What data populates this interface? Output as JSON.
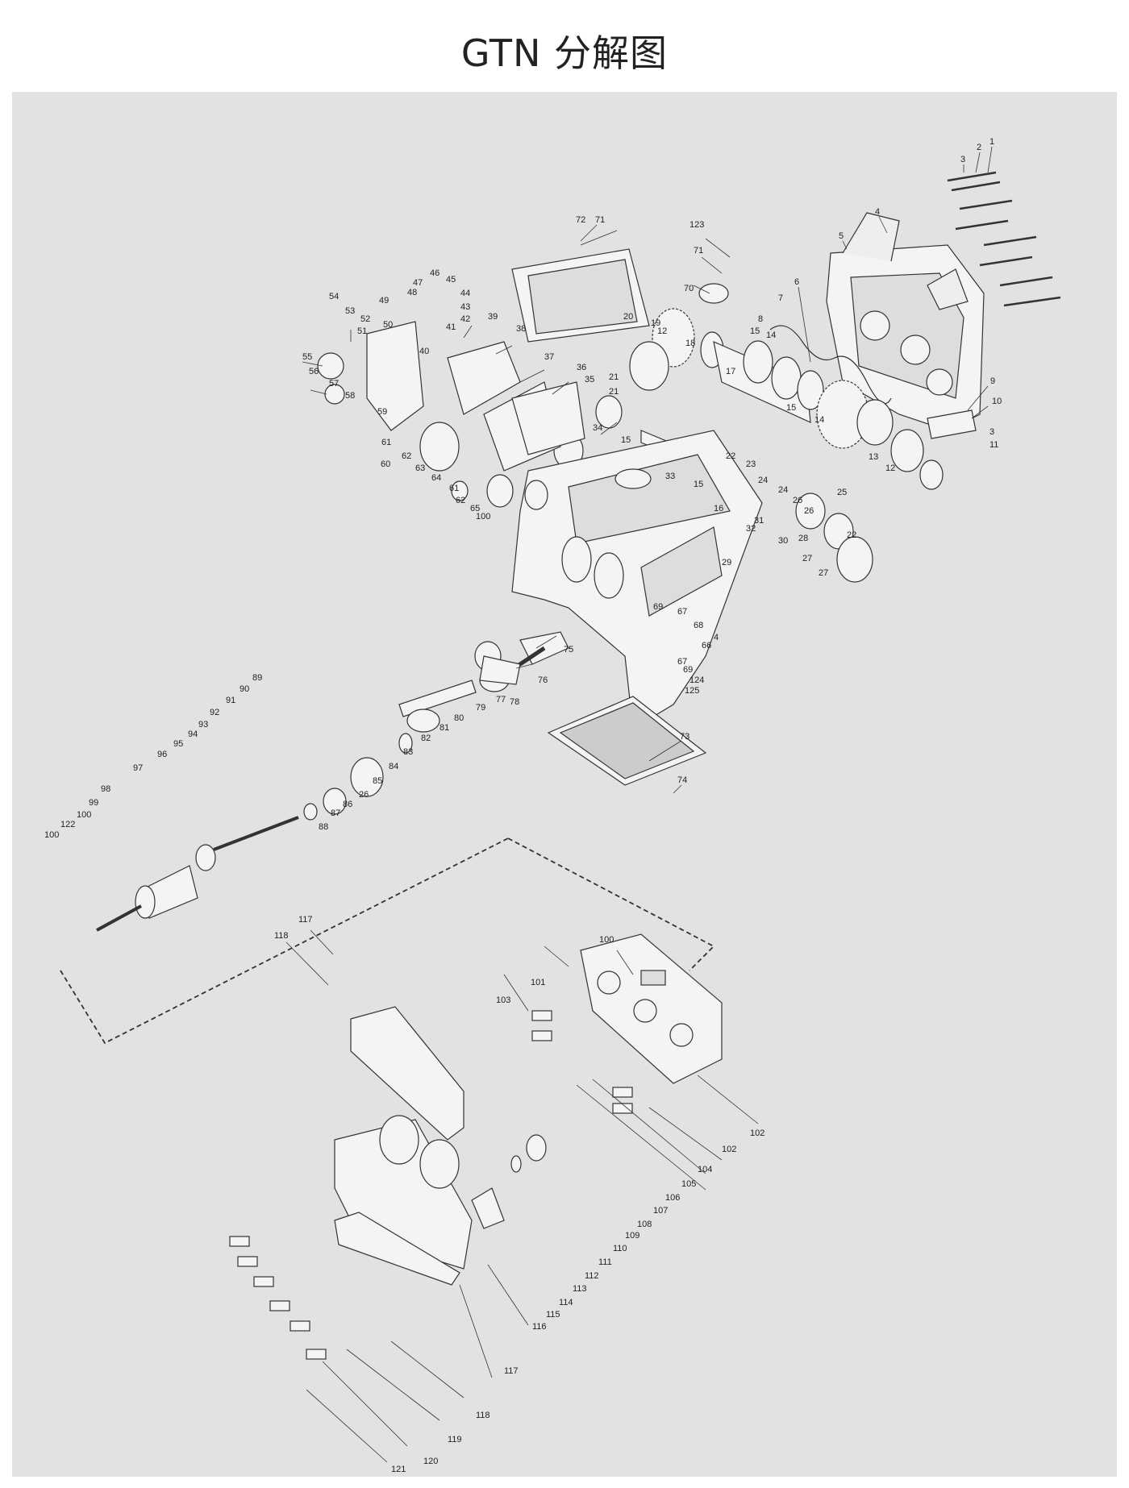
{
  "title": "GTN 分解图",
  "colors": {
    "page_bg": "#ffffff",
    "panel_bg": "#e2e2e2",
    "line": "#333333",
    "part_fill": "#f4f4f4"
  },
  "callouts": [
    "1",
    "2",
    "3",
    "4",
    "5",
    "6",
    "7",
    "8",
    "9",
    "10",
    "3",
    "11",
    "12",
    "12",
    "13",
    "14",
    "14",
    "15",
    "15",
    "15",
    "15",
    "16",
    "17",
    "18",
    "19",
    "20",
    "21",
    "21",
    "22",
    "22",
    "23",
    "24",
    "24",
    "25",
    "26",
    "26",
    "27",
    "27",
    "28",
    "29",
    "30",
    "31",
    "32",
    "33",
    "34",
    "35",
    "36",
    "37",
    "38",
    "39",
    "40",
    "41",
    "42",
    "43",
    "44",
    "45",
    "46",
    "47",
    "48",
    "49",
    "50",
    "51",
    "52",
    "53",
    "54",
    "55",
    "56",
    "57",
    "58",
    "59",
    "60",
    "61",
    "62",
    "63",
    "64",
    "61",
    "62",
    "65",
    "66",
    "4",
    "67",
    "68",
    "69",
    "67",
    "69",
    "124",
    "125",
    "123",
    "71",
    "70",
    "71",
    "72",
    "73",
    "74",
    "75",
    "76",
    "77",
    "78",
    "79",
    "80",
    "81",
    "82",
    "83",
    "84",
    "85",
    "26",
    "86",
    "87",
    "88",
    "89",
    "90",
    "91",
    "92",
    "93",
    "94",
    "95",
    "96",
    "97",
    "98",
    "99",
    "100",
    "122",
    "100",
    "100",
    "100",
    "101",
    "102",
    "102",
    "103",
    "104",
    "105",
    "106",
    "107",
    "108",
    "109",
    "110",
    "111",
    "112",
    "113",
    "114",
    "115",
    "116",
    "117",
    "117",
    "118",
    "118",
    "119",
    "120",
    "121"
  ]
}
